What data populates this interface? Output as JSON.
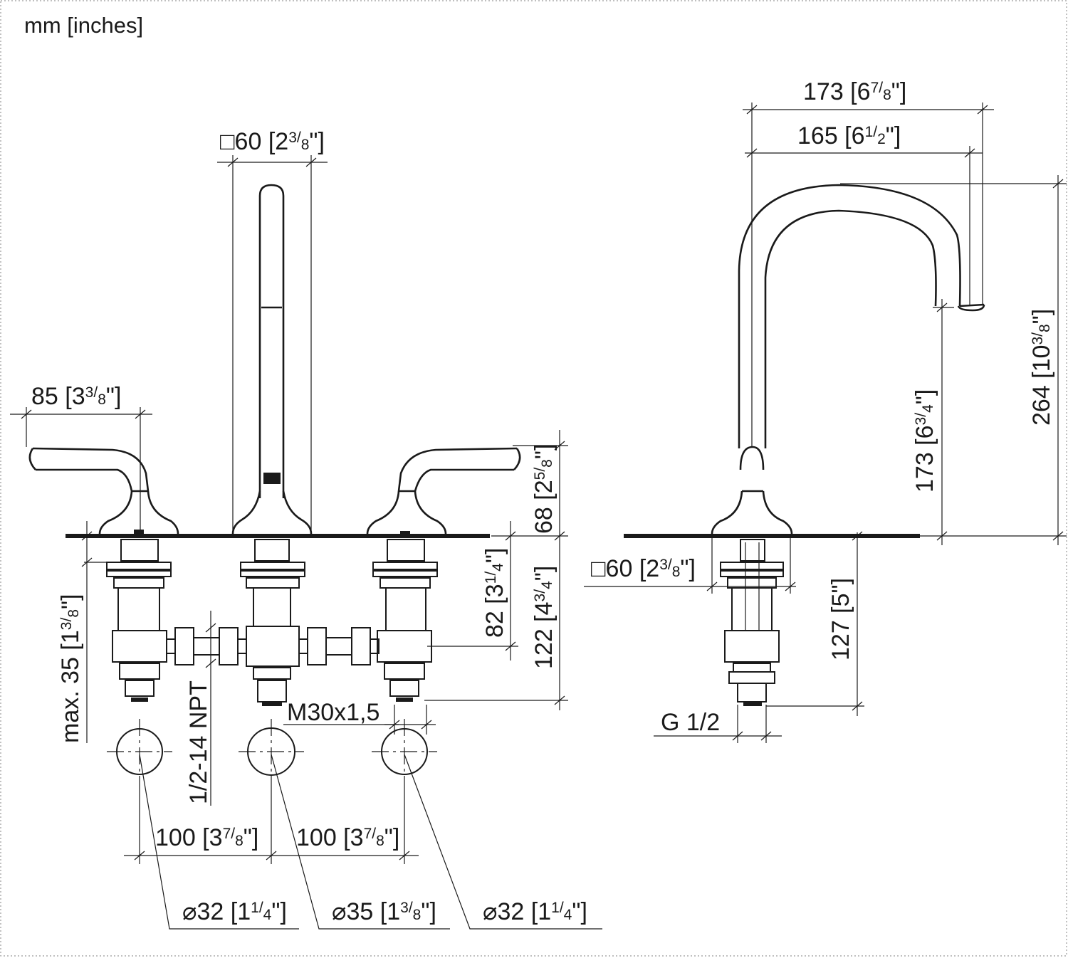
{
  "units_label": "mm [inches]",
  "front_view": {
    "spout_square": {
      "mm": "60",
      "inch_whole": "2",
      "inch_num": "3",
      "inch_den": "8",
      "unit": "\""
    },
    "handle_reach": {
      "mm": "85",
      "inch_whole": "3",
      "inch_num": "3",
      "inch_den": "8",
      "unit": "\""
    },
    "handle_height": {
      "mm": "68",
      "inch_whole": "2",
      "inch_num": "5",
      "inch_den": "8",
      "unit": "\""
    },
    "deck_to_valve": {
      "mm": "82",
      "inch_whole": "3",
      "inch_num": "1",
      "inch_den": "4",
      "unit": "\""
    },
    "deck_to_bottom": {
      "mm": "122",
      "inch_whole": "4",
      "inch_num": "3",
      "inch_den": "4",
      "unit": "\""
    },
    "max_deck": {
      "prefix": "max.",
      "mm": "35",
      "inch_whole": "1",
      "inch_num": "3",
      "inch_den": "8",
      "unit": "\""
    },
    "npt_label": "1/2-14 NPT",
    "thread_label": "M30x1,5",
    "spacing_left": {
      "mm": "100",
      "inch_whole": "3",
      "inch_num": "7",
      "inch_den": "8",
      "unit": "\""
    },
    "spacing_right": {
      "mm": "100",
      "inch_whole": "3",
      "inch_num": "7",
      "inch_den": "8",
      "unit": "\""
    },
    "hole_left": {
      "symbol": "⌀",
      "mm": "32",
      "inch_whole": "1",
      "inch_num": "1",
      "inch_den": "4",
      "unit": "\""
    },
    "hole_center": {
      "symbol": "⌀",
      "mm": "35",
      "inch_whole": "1",
      "inch_num": "3",
      "inch_den": "8",
      "unit": "\""
    },
    "hole_right": {
      "symbol": "⌀",
      "mm": "32",
      "inch_whole": "1",
      "inch_num": "1",
      "inch_den": "4",
      "unit": "\""
    }
  },
  "side_view": {
    "spout_reach_outer": {
      "mm": "173",
      "inch_whole": "6",
      "inch_num": "7",
      "inch_den": "8",
      "unit": "\""
    },
    "spout_reach_inner": {
      "mm": "165",
      "inch_whole": "6",
      "inch_num": "1",
      "inch_den": "2",
      "unit": "\""
    },
    "total_height": {
      "mm": "264",
      "inch_whole": "10",
      "inch_num": "3",
      "inch_den": "8",
      "unit": "\""
    },
    "outlet_height": {
      "mm": "173",
      "inch_whole": "6",
      "inch_num": "3",
      "inch_den": "4",
      "unit": "\""
    },
    "base_square": {
      "mm": "60",
      "inch_whole": "2",
      "inch_num": "3",
      "inch_den": "8",
      "unit": "\""
    },
    "shank_length": {
      "mm": "127",
      "inch_whole": "5",
      "unit": "\""
    },
    "connection_label": "G 1/2"
  }
}
